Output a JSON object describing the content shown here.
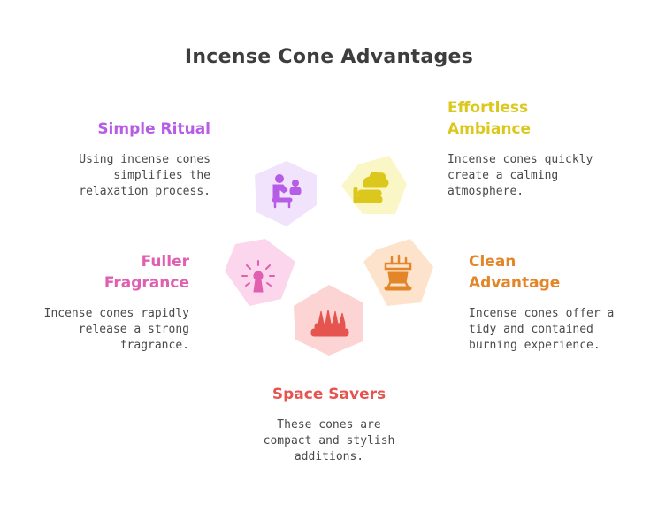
{
  "title": "Incense Cone Advantages",
  "items": [
    {
      "key": "simple-ritual",
      "heading_lines": [
        "Simple Ritual"
      ],
      "desc_lines": [
        "Using incense cones",
        "simplifies the",
        "relaxation process."
      ],
      "color": "#b65ce6",
      "fill": "#f1e3fb",
      "icon": "meditation-person-icon"
    },
    {
      "key": "effortless-ambiance",
      "heading_lines": [
        "Effortless",
        "Ambiance"
      ],
      "desc_lines": [
        "Incense cones quickly",
        "create a calming",
        "atmosphere."
      ],
      "color": "#dcc81c",
      "fill": "#fbf6c6",
      "icon": "smoke-hand-icon"
    },
    {
      "key": "clean-advantage",
      "heading_lines": [
        "Clean",
        "Advantage"
      ],
      "desc_lines": [
        "Incense cones offer a",
        "tidy and contained",
        "burning experience."
      ],
      "color": "#e3862a",
      "fill": "#fde3cc",
      "icon": "incense-burner-icon"
    },
    {
      "key": "space-savers",
      "heading_lines": [
        "Space Savers"
      ],
      "desc_lines": [
        "These cones are",
        "compact and stylish",
        "additions."
      ],
      "color": "#e6544f",
      "fill": "#fbd4d3",
      "icon": "cone-tray-icon"
    },
    {
      "key": "fuller-fragrance",
      "heading_lines": [
        "Fuller",
        "Fragrance"
      ],
      "desc_lines": [
        "Incense cones rapidly",
        "release a strong",
        "fragrance."
      ],
      "color": "#e05fb0",
      "fill": "#fbd6ec",
      "icon": "scent-diffuser-icon"
    }
  ]
}
